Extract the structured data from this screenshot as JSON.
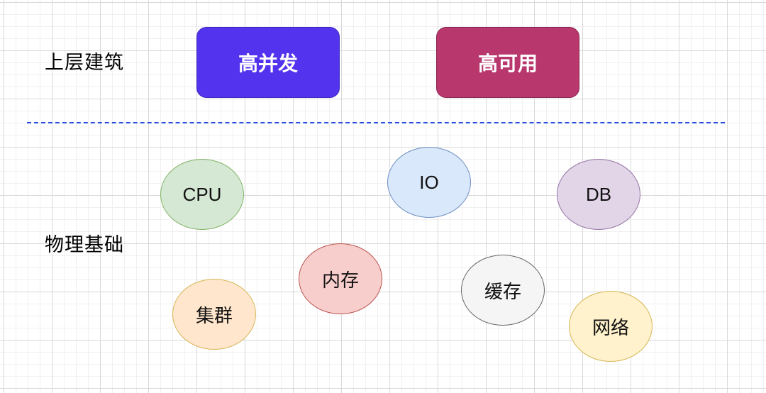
{
  "layers": {
    "upper": {
      "label": "上层建筑"
    },
    "physical": {
      "label": "物理基础"
    }
  },
  "upper_boxes": [
    {
      "label": "高并发",
      "fill": "#5333ed",
      "stroke": "#3a2bc0"
    },
    {
      "label": "高可用",
      "fill": "#b8386d",
      "stroke": "#8a2550"
    }
  ],
  "divider": {
    "style": "dashed",
    "color": "#2a4fe0"
  },
  "nodes": [
    {
      "label": "CPU",
      "fill": "#d5e8d4",
      "stroke": "#82b366"
    },
    {
      "label": "IO",
      "fill": "#dae8fc",
      "stroke": "#6c8ebf"
    },
    {
      "label": "DB",
      "fill": "#e1d5e7",
      "stroke": "#9673a6"
    },
    {
      "label": "内存",
      "fill": "#f8cecc",
      "stroke": "#b85450"
    },
    {
      "label": "集群",
      "fill": "#ffe6cc",
      "stroke": "#d6b656"
    },
    {
      "label": "缓存",
      "fill": "#f5f5f5",
      "stroke": "#666666"
    },
    {
      "label": "网络",
      "fill": "#fff2cc",
      "stroke": "#d6b656"
    }
  ]
}
